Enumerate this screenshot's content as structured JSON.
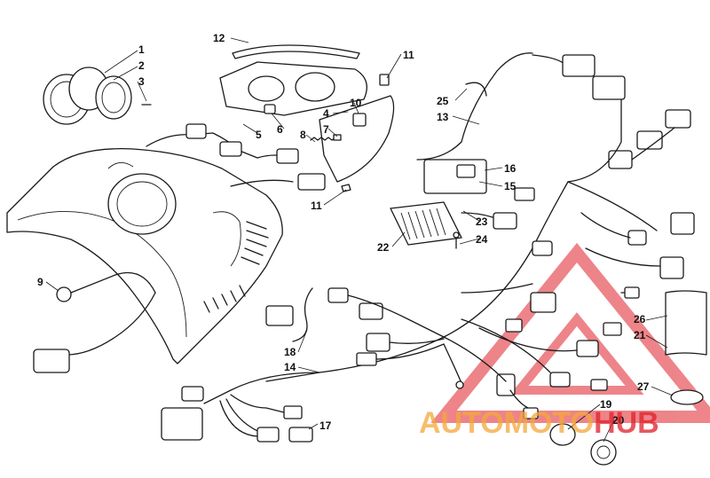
{
  "callouts": {
    "c1": "1",
    "c2": "2",
    "c3": "3",
    "c4": "4",
    "c5": "5",
    "c6": "6",
    "c7": "7",
    "c8": "8",
    "c9": "9",
    "c10": "10",
    "c11a": "11",
    "c11b": "11",
    "c12": "12",
    "c13": "13",
    "c14": "14",
    "c15": "15",
    "c16": "16",
    "c17": "17",
    "c18": "18",
    "c19": "19",
    "c20": "20",
    "c21": "21",
    "c22": "22",
    "c23": "23",
    "c24": "24",
    "c25": "25",
    "c26": "26",
    "c27": "27"
  },
  "watermark": {
    "brand_part1": "AUTOMOTO",
    "brand_part2": "HUB",
    "color_orange": "#f4a83a",
    "color_red": "#e0202a"
  }
}
